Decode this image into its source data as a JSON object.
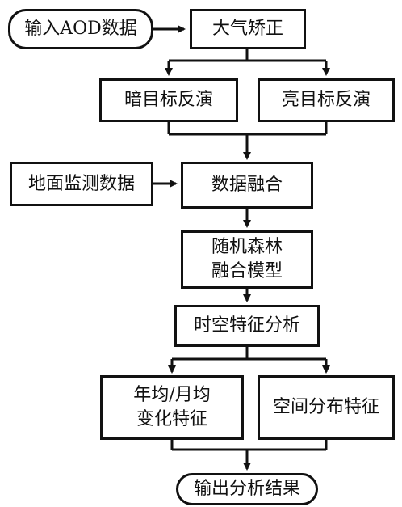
{
  "nodes": {
    "input_aod": "输入AOD数据",
    "atmos_correction": "大气矫正",
    "dark_target": "暗目标反演",
    "bright_target": "亮目标反演",
    "ground_monitoring": "地面监测数据",
    "data_fusion": "数据融合",
    "rf_model_line1": "随机森林",
    "rf_model_line2": "融合模型",
    "spatiotemporal": "时空特征分析",
    "annual_line1": "年均/月均",
    "annual_line2": "变化特征",
    "spatial_distribution": "空间分布特征",
    "output_results": "输出分析结果"
  },
  "colors": {
    "stroke": "#111111",
    "background": "#ffffff"
  }
}
